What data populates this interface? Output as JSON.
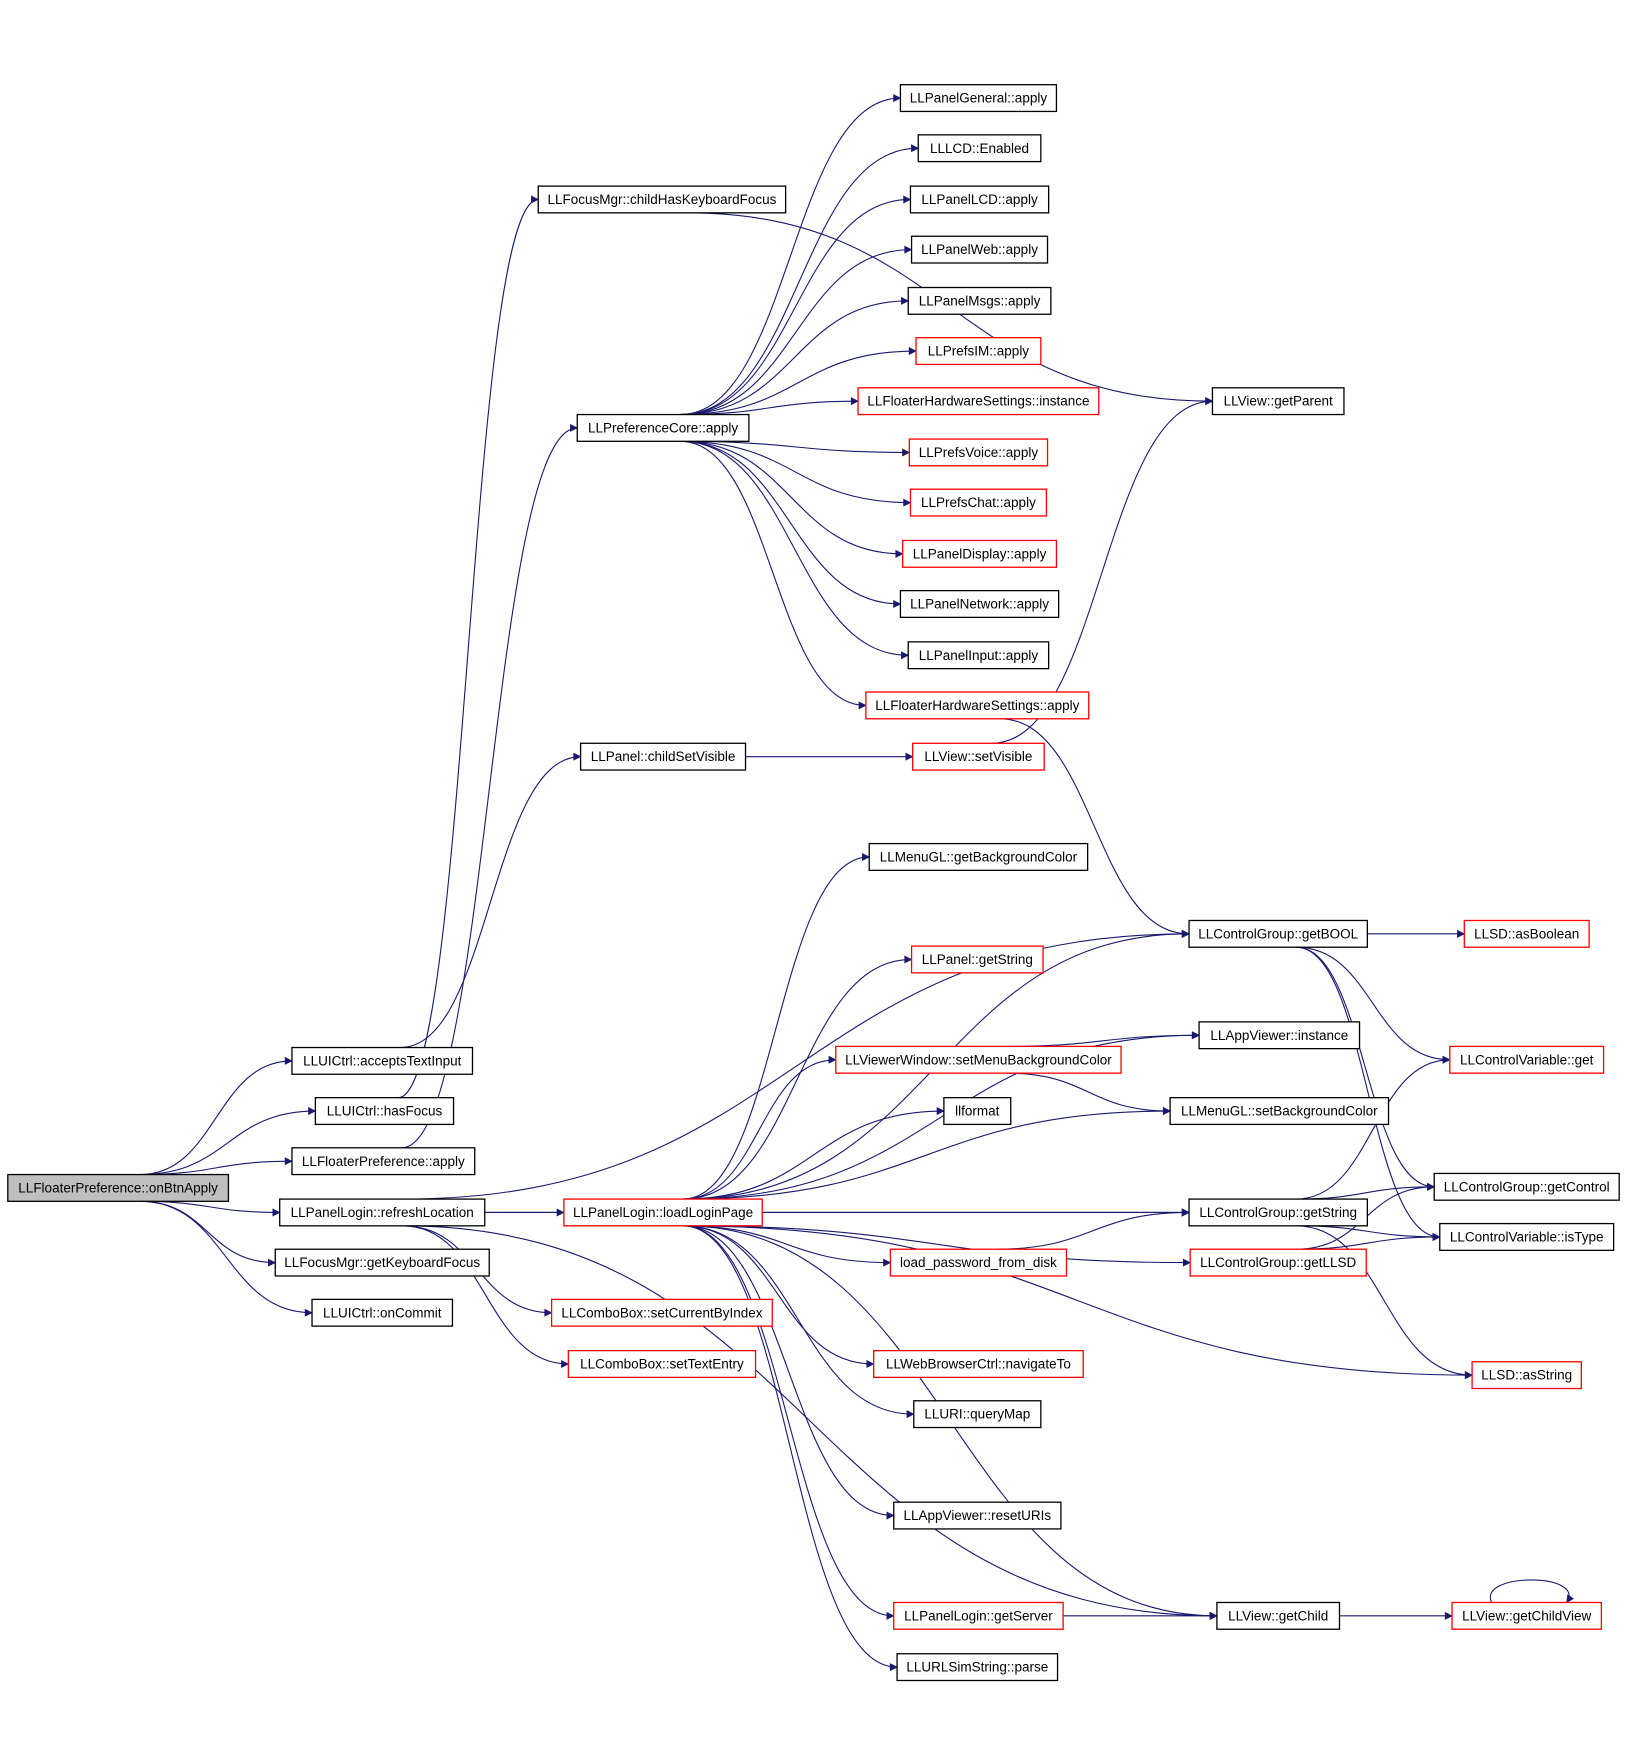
{
  "nodes": [
    {
      "id": "root",
      "label": "LLFloaterPreference::onBtnApply",
      "style": "root"
    },
    {
      "id": "acceptsText",
      "label": "LLUICtrl::acceptsTextInput",
      "style": "black"
    },
    {
      "id": "hasFocus",
      "label": "LLUICtrl::hasFocus",
      "style": "black"
    },
    {
      "id": "floaterApply",
      "label": "LLFloaterPreference::apply",
      "style": "black"
    },
    {
      "id": "refreshLoc",
      "label": "LLPanelLogin::refreshLocation",
      "style": "black"
    },
    {
      "id": "getKbFocus",
      "label": "LLFocusMgr::getKeyboardFocus",
      "style": "black"
    },
    {
      "id": "onCommit",
      "label": "LLUICtrl::onCommit",
      "style": "black"
    },
    {
      "id": "childHasKb",
      "label": "LLFocusMgr::childHasKeyboardFocus",
      "style": "black"
    },
    {
      "id": "prefCore",
      "label": "LLPreferenceCore::apply",
      "style": "black"
    },
    {
      "id": "childSetVis",
      "label": "LLPanel::childSetVisible",
      "style": "black"
    },
    {
      "id": "loadLogin",
      "label": "LLPanelLogin::loadLoginPage",
      "style": "red"
    },
    {
      "id": "setCurIdx",
      "label": "LLComboBox::setCurrentByIndex",
      "style": "red"
    },
    {
      "id": "setTextEntry",
      "label": "LLComboBox::setTextEntry",
      "style": "red"
    },
    {
      "id": "pGeneral",
      "label": "LLPanelGeneral::apply",
      "style": "black"
    },
    {
      "id": "lcdEnabled",
      "label": "LLLCD::Enabled",
      "style": "black"
    },
    {
      "id": "pLCD",
      "label": "LLPanelLCD::apply",
      "style": "black"
    },
    {
      "id": "pWeb",
      "label": "LLPanelWeb::apply",
      "style": "black"
    },
    {
      "id": "pMsgs",
      "label": "LLPanelMsgs::apply",
      "style": "black"
    },
    {
      "id": "prefsIM",
      "label": "LLPrefsIM::apply",
      "style": "red"
    },
    {
      "id": "fhsInstance",
      "label": "LLFloaterHardwareSettings::instance",
      "style": "red"
    },
    {
      "id": "prefsVoice",
      "label": "LLPrefsVoice::apply",
      "style": "red"
    },
    {
      "id": "prefsChat",
      "label": "LLPrefsChat::apply",
      "style": "red"
    },
    {
      "id": "pDisplay",
      "label": "LLPanelDisplay::apply",
      "style": "red"
    },
    {
      "id": "pNetwork",
      "label": "LLPanelNetwork::apply",
      "style": "black"
    },
    {
      "id": "pInput",
      "label": "LLPanelInput::apply",
      "style": "black"
    },
    {
      "id": "fhsApply",
      "label": "LLFloaterHardwareSettings::apply",
      "style": "red"
    },
    {
      "id": "setVisible",
      "label": "LLView::setVisible",
      "style": "red"
    },
    {
      "id": "getParent",
      "label": "LLView::getParent",
      "style": "black"
    },
    {
      "id": "menuGetBg",
      "label": "LLMenuGL::getBackgroundColor",
      "style": "black"
    },
    {
      "id": "getBOOL",
      "label": "LLControlGroup::getBOOL",
      "style": "black"
    },
    {
      "id": "asBoolean",
      "label": "LLSD::asBoolean",
      "style": "red"
    },
    {
      "id": "panelGetString",
      "label": "LLPanel::getString",
      "style": "red"
    },
    {
      "id": "appInstance",
      "label": "LLAppViewer::instance",
      "style": "black"
    },
    {
      "id": "setMenuBg",
      "label": "LLViewerWindow::setMenuBackgroundColor",
      "style": "red"
    },
    {
      "id": "cvGet",
      "label": "LLControlVariable::get",
      "style": "red"
    },
    {
      "id": "llformat",
      "label": "llformat",
      "style": "black"
    },
    {
      "id": "menuSetBg",
      "label": "LLMenuGL::setBackgroundColor",
      "style": "black"
    },
    {
      "id": "getControl",
      "label": "LLControlGroup::getControl",
      "style": "black"
    },
    {
      "id": "getString",
      "label": "LLControlGroup::getString",
      "style": "black"
    },
    {
      "id": "isType",
      "label": "LLControlVariable::isType",
      "style": "black"
    },
    {
      "id": "loadPwd",
      "label": "load_password_from_disk",
      "style": "red"
    },
    {
      "id": "getLLSD",
      "label": "LLControlGroup::getLLSD",
      "style": "red"
    },
    {
      "id": "navigateTo",
      "label": "LLWebBrowserCtrl::navigateTo",
      "style": "red"
    },
    {
      "id": "asString",
      "label": "LLSD::asString",
      "style": "red"
    },
    {
      "id": "queryMap",
      "label": "LLURI::queryMap",
      "style": "black"
    },
    {
      "id": "resetURIs",
      "label": "LLAppViewer::resetURIs",
      "style": "black"
    },
    {
      "id": "getServer",
      "label": "LLPanelLogin::getServer",
      "style": "red"
    },
    {
      "id": "getChild",
      "label": "LLView::getChild",
      "style": "black"
    },
    {
      "id": "getChildView",
      "label": "LLView::getChildView",
      "style": "red"
    },
    {
      "id": "urlParse",
      "label": "LLURLSimString::parse",
      "style": "black"
    }
  ],
  "edges": [
    [
      "root",
      "acceptsText"
    ],
    [
      "root",
      "hasFocus"
    ],
    [
      "root",
      "floaterApply"
    ],
    [
      "root",
      "refreshLoc"
    ],
    [
      "root",
      "getKbFocus"
    ],
    [
      "root",
      "onCommit"
    ],
    [
      "hasFocus",
      "childHasKb"
    ],
    [
      "floaterApply",
      "prefCore"
    ],
    [
      "prefCore",
      "pGeneral"
    ],
    [
      "prefCore",
      "lcdEnabled"
    ],
    [
      "prefCore",
      "pLCD"
    ],
    [
      "prefCore",
      "pWeb"
    ],
    [
      "prefCore",
      "pMsgs"
    ],
    [
      "prefCore",
      "prefsIM"
    ],
    [
      "prefCore",
      "fhsInstance"
    ],
    [
      "prefCore",
      "prefsVoice"
    ],
    [
      "prefCore",
      "prefsChat"
    ],
    [
      "prefCore",
      "pDisplay"
    ],
    [
      "prefCore",
      "pNetwork"
    ],
    [
      "prefCore",
      "pInput"
    ],
    [
      "prefCore",
      "fhsApply"
    ],
    [
      "childHasKb",
      "getParent"
    ],
    [
      "acceptsText",
      "childSetVis"
    ],
    [
      "childSetVis",
      "setVisible"
    ],
    [
      "setVisible",
      "getParent"
    ],
    [
      "fhsApply",
      "getBOOL"
    ],
    [
      "refreshLoc",
      "getBOOL"
    ],
    [
      "refreshLoc",
      "loadLogin"
    ],
    [
      "refreshLoc",
      "setCurIdx"
    ],
    [
      "refreshLoc",
      "setTextEntry"
    ],
    [
      "refreshLoc",
      "getChild"
    ],
    [
      "refreshLoc",
      "getString"
    ],
    [
      "loadLogin",
      "menuGetBg"
    ],
    [
      "loadLogin",
      "getBOOL"
    ],
    [
      "loadLogin",
      "panelGetString"
    ],
    [
      "loadLogin",
      "appInstance"
    ],
    [
      "loadLogin",
      "setMenuBg"
    ],
    [
      "loadLogin",
      "llformat"
    ],
    [
      "loadLogin",
      "menuSetBg"
    ],
    [
      "loadLogin",
      "getString"
    ],
    [
      "loadLogin",
      "loadPwd"
    ],
    [
      "loadLogin",
      "getLLSD"
    ],
    [
      "loadLogin",
      "navigateTo"
    ],
    [
      "loadLogin",
      "queryMap"
    ],
    [
      "loadLogin",
      "asString"
    ],
    [
      "loadLogin",
      "resetURIs"
    ],
    [
      "loadLogin",
      "getChild"
    ],
    [
      "loadLogin",
      "getServer"
    ],
    [
      "loadLogin",
      "urlParse"
    ],
    [
      "setMenuBg",
      "appInstance"
    ],
    [
      "setMenuBg",
      "menuSetBg"
    ],
    [
      "loadPwd",
      "getString"
    ],
    [
      "getBOOL",
      "asBoolean"
    ],
    [
      "getBOOL",
      "cvGet"
    ],
    [
      "getBOOL",
      "getControl"
    ],
    [
      "getBOOL",
      "isType"
    ],
    [
      "getString",
      "cvGet"
    ],
    [
      "getString",
      "getControl"
    ],
    [
      "getString",
      "isType"
    ],
    [
      "getString",
      "asString"
    ],
    [
      "getLLSD",
      "getControl"
    ],
    [
      "getLLSD",
      "isType"
    ],
    [
      "getServer",
      "getChild"
    ],
    [
      "getChild",
      "getChildView"
    ],
    [
      "getChildView",
      "getChildView"
    ]
  ]
}
